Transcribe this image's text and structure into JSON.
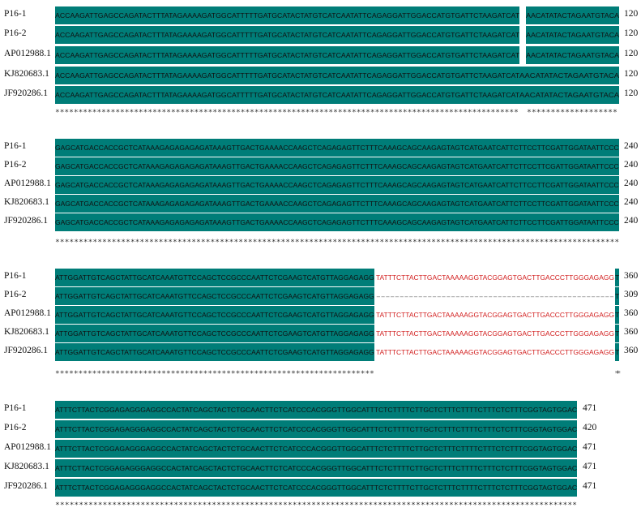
{
  "blocks": [
    {
      "rows": [
        {
          "label": "P16-1",
          "seq_a": "ACCAAGATTGAGCCAGATACTTTATAGAAAAGATGGCATTTTTGATGCATACTATGTCATCAATATTCAGAGGATTGGACCATGTGATTCTAAGATCAT",
          "seq_b": "AACATATACTAGAATGTACA",
          "num": "120"
        },
        {
          "label": "P16-2",
          "seq_a": "ACCAAGATTGAGCCAGATACTTTATAGAAAAGATGGCATTTTTGATGCATACTATGTCATCAATATTCAGAGGATTGGACCATGTGATTCTAAGATCAT",
          "seq_b": "AACATATACTAGAATGTACA",
          "num": "120"
        },
        {
          "label": "AP012988.1",
          "seq_a": "ACCAAGATTGAGCCAGATACTTTATAGAAAAGATGGCATTTTTGATGCATACTATGTCATCAATATTCAGAGGATTGGACCATGTGATTCTAAGATCAT",
          "seq_b": "AACATATACTAGAATGTACA",
          "num": "120"
        },
        {
          "label": "KJ820683.1",
          "seq_a": "ACCAAGATTGAGCCAGATACTTTATAGAAAAGATGGCATTTTTGATGCATACTATGTCATCAATATTCAGAGGATTGGACCATGTGATTCTAAGATCAT",
          "seq_b": "AACATATACTAGAATGTACA",
          "num": "120"
        },
        {
          "label": "JF920286.1",
          "seq_a": "ACCAAGATTGAGCCAGATACTTTATAGAAAAGATGGCATTTTTGATGCATACTATGTCATCAATATTCAGAGGATTGGACCATGTGATTCTAAGATCAT",
          "seq_b": "AACATATACTAGAATGTACA",
          "num": "120"
        }
      ],
      "stars_a": "****************************************************************************************************",
      "stars_b": "*******************"
    },
    {
      "rows": [
        {
          "label": "P16-1",
          "seq": "GAGCATGACCACCGCTCATAAAGAGAGAGAGATAAAGTTGACTGAAAACCAAGCTCAGAGAGTTCTTTCAAAGCAGCAAGAGTAGTCATGAATCATTCTTCCTTCGATTGGATAATTCCC",
          "num": "240"
        },
        {
          "label": "P16-2",
          "seq": "GAGCATGACCACCGCTCATAAAGAGAGAGAGATAAAGTTGACTGAAAACCAAGCTCAGAGAGTTCTTTCAAAGCAGCAAGAGTAGTCATGAATCATTCTTCCTTCGATTGGATAATTCCC",
          "num": "240"
        },
        {
          "label": "AP012988.1",
          "seq": "GAGCATGACCACCGCTCATAAAGAGAGAGAGATAAAGTTGACTGAAAACCAAGCTCAGAGAGTTCTTTCAAAGCAGCAAGAGTAGTCATGAATCATTCTTCCTTCGATTGGATAATTCCC",
          "num": "240"
        },
        {
          "label": "KJ820683.1",
          "seq": "GAGCATGACCACCGCTCATAAAGAGAGAGAGATAAAGTTGACTGAAAACCAAGCTCAGAGAGTTCTTTCAAAGCAGCAAGAGTAGTCATGAATCATTCTTCCTTCGATTGGATAATTCCC",
          "num": "240"
        },
        {
          "label": "JF920286.1",
          "seq": "GAGCATGACCACCGCTCATAAAGAGAGAGAGATAAAGTTGACTGAAAACCAAGCTCAGAGAGTTCTTTCAAAGCAGCAAGAGTAGTCATGAATCATTCTTCCTTCGATTGGATAATTCCC",
          "num": "240"
        }
      ],
      "stars": "************************************************************************************************************************"
    },
    {
      "rows": [
        {
          "label": "P16-1",
          "seq_a": "ATTGGATTGTCAGCTATTGCATCAAATGTTCCAGCTCCGCCCAATTCTCGAAGTCATGTTAGGAGAGG",
          "seq_b": "TATTTCTTACTTGACTAAAAAGGTACGGAGTGACTTGACCCTTGGGAGAGG",
          "seq_c": "T",
          "num": "360"
        },
        {
          "label": "P16-2",
          "seq_a": "ATTGGATTGTCAGCTATTGCATCAAATGTTCCAGCTCCGCCCAATTCTCGAAGTCATGTTAGGAGAGG",
          "seq_b": "---------------------------------------------------",
          "seq_c": "T",
          "num": "309"
        },
        {
          "label": "AP012988.1",
          "seq_a": "ATTGGATTGTCAGCTATTGCATCAAATGTTCCAGCTCCGCCCAATTCTCGAAGTCATGTTAGGAGAGG",
          "seq_b": "TATTTCTTACTTGACTAAAAAGGTACGGAGTGACTTGACCCTTGGGAGAGG",
          "seq_c": "T",
          "num": "360"
        },
        {
          "label": "KJ820683.1",
          "seq_a": "ATTGGATTGTCAGCTATTGCATCAAATGTTCCAGCTCCGCCCAATTCTCGAAGTCATGTTAGGAGAGG",
          "seq_b": "TATTTCTTACTTGACTAAAAAGGTACGGAGTGACTTGACCCTTGGGAGAGG",
          "seq_c": "T",
          "num": "360"
        },
        {
          "label": "JF920286.1",
          "seq_a": "ATTGGATTGTCAGCTATTGCATCAAATGTTCCAGCTCCGCCCAATTCTCGAAGTCATGTTAGGAGAGG",
          "seq_b": "TATTTCTTACTTGACTAAAAAGGTACGGAGTGACTTGACCCTTGGGAGAGG",
          "seq_c": "T",
          "num": "360"
        }
      ],
      "stars_a": "*********************************************************************",
      "stars_c": "*"
    },
    {
      "rows": [
        {
          "label": "P16-1",
          "seq": "ATTTCTTACTCGGAGAGGGAGGCCACTATCAGCTACTCTGCAACTTCTCATCCCACGGGTTGGCATTTCTCTTTTCTTGCTCTTTCTTTTCTTTCTCTTTCGGTAGTGGAC",
          "num": "471"
        },
        {
          "label": "P16-2",
          "seq": "ATTTCTTACTCGGAGAGGGAGGCCACTATCAGCTACTCTGCAACTTCTCATCCCACGGGTTGGCATTTCTCTTTTCTTGCTCTTTCTTTTCTTTCTCTTTCGGTAGTGGAC",
          "num": "420"
        },
        {
          "label": "AP012988.1",
          "seq": "ATTTCTTACTCGGAGAGGGAGGCCACTATCAGCTACTCTGCAACTTCTCATCCCACGGGTTGGCATTTCTCTTTTCTTGCTCTTTCTTTTCTTTCTCTTTCGGTAGTGGAC",
          "num": "471"
        },
        {
          "label": "KJ820683.1",
          "seq": "ATTTCTTACTCGGAGAGGGAGGCCACTATCAGCTACTCTGCAACTTCTCATCCCACGGGTTGGCATTTCTCTTTTCTTGCTCTTTCTTTTCTTTCTCTTTCGGTAGTGGAC",
          "num": "471"
        },
        {
          "label": "JF920286.1",
          "seq": "ATTTCTTACTCGGAGAGGGAGGCCACTATCAGCTACTCTGCAACTTCTCATCCCACGGGTTGGCATTTCTCTTTTCTTGCTCTTTCTTTTCTTTCTCTTTCGGTAGTGGAC",
          "num": "471"
        }
      ],
      "stars": "**************************************************************************************************************"
    }
  ],
  "colors": {
    "highlight": "#007d78",
    "variant_text": "#d21e1e",
    "text": "#111111"
  }
}
